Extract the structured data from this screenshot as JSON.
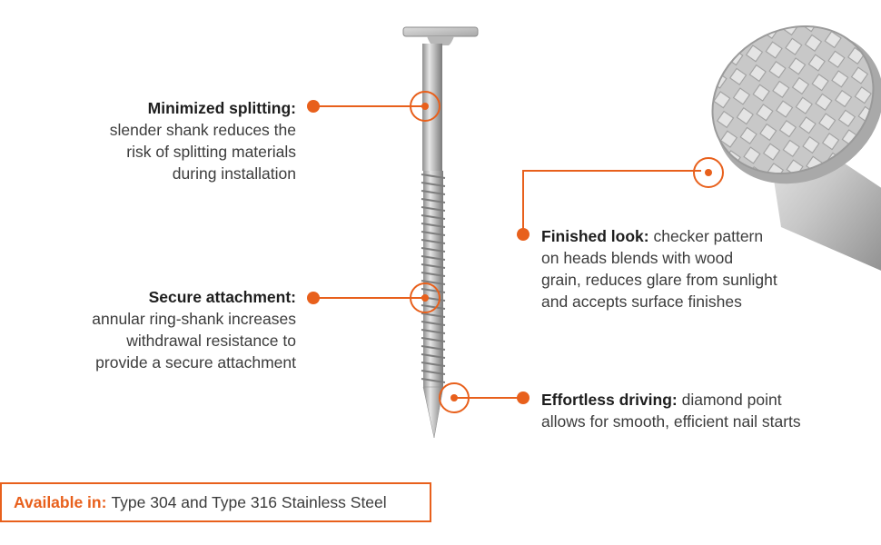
{
  "callouts": {
    "minimized_splitting": {
      "heading": "Minimized splitting:",
      "lines": [
        "slender shank reduces the",
        "risk of splitting materials",
        "during installation"
      ]
    },
    "secure_attachment": {
      "heading": "Secure attachment:",
      "lines": [
        "annular ring-shank increases",
        "withdrawal resistance to",
        "provide a secure attachment"
      ]
    },
    "finished_look": {
      "heading": "Finished look:",
      "first_line_rest": "checker pattern",
      "lines": [
        "on heads blends with wood",
        "grain, reduces glare from sunlight",
        "and accepts surface finishes"
      ]
    },
    "effortless_driving": {
      "heading": "Effortless driving:",
      "first_line_rest": "diamond point",
      "lines": [
        "allows for smooth, efficient nail starts"
      ]
    }
  },
  "availability": {
    "label": "Available in:",
    "text": "Type 304 and Type 316 Stainless Steel"
  },
  "colors": {
    "accent": "#e8601c",
    "metal": "#c9c9c9"
  }
}
